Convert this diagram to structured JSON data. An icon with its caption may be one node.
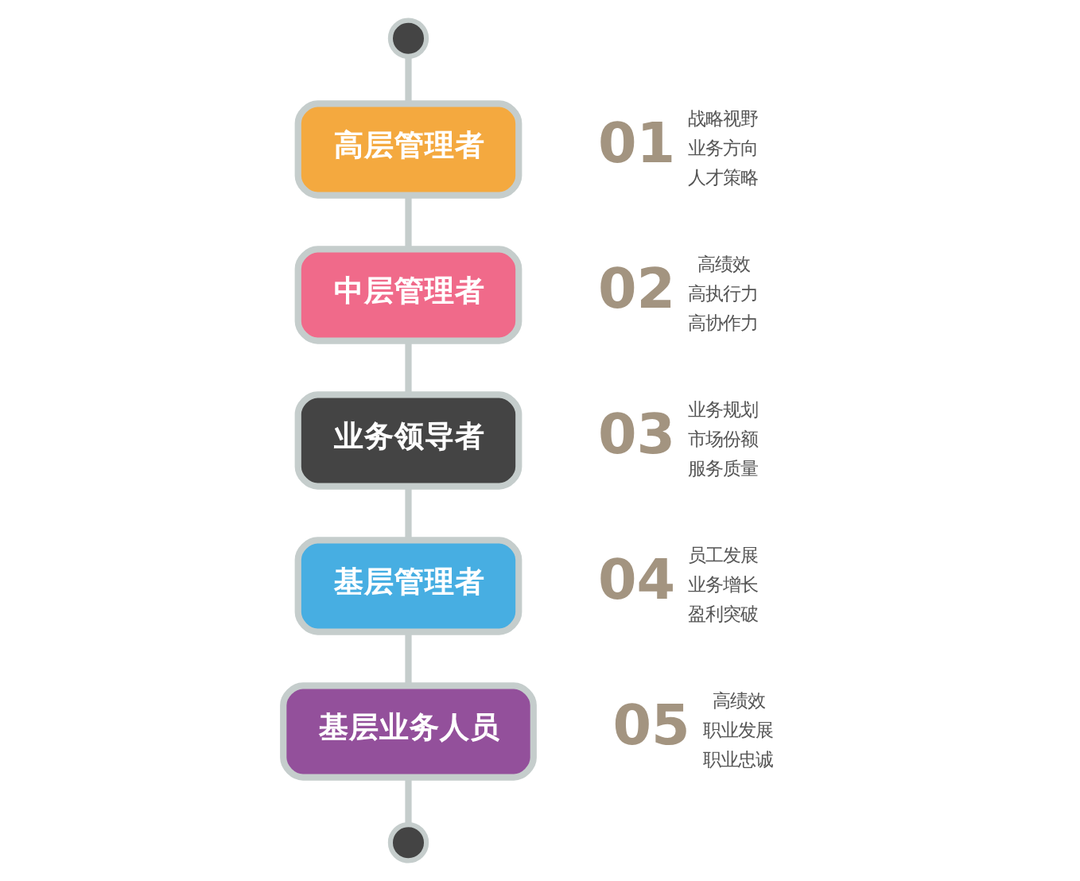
{
  "diagram": {
    "nodes": [
      {
        "text": [],
        "shape": "circle"
      },
      {
        "text": [
          "高层管理者"
        ],
        "beside": [
          "01",
          "战略视野",
          "业务方向",
          "人才策略"
        ]
      },
      {
        "text": [
          "中层管理者"
        ],
        "beside": [
          "02",
          "高绩效",
          "高执行力",
          "高协作力"
        ]
      },
      {
        "text": [
          "业务领导者"
        ],
        "beside": [
          "03",
          "业务规划",
          "市场份额",
          "服务质量"
        ]
      },
      {
        "text": [
          "基层管理者"
        ],
        "beside": [
          "04",
          "员工发展",
          "业务增长",
          "盈利突破"
        ]
      },
      {
        "text": [
          "基层业务人员"
        ],
        "beside": [
          "05",
          "高绩效",
          "职业发展",
          "职业忠诚"
        ]
      },
      {
        "text": [],
        "shape": "circle"
      }
    ],
    "edges": [
      {
        "from": 0,
        "to": 1,
        "arrow": "none"
      },
      {
        "from": 1,
        "to": 2,
        "arrow": "none"
      },
      {
        "from": 2,
        "to": 3,
        "arrow": "none"
      },
      {
        "from": 3,
        "to": 4,
        "arrow": "none"
      },
      {
        "from": 4,
        "to": 5,
        "arrow": "none"
      },
      {
        "from": 5,
        "to": 6,
        "arrow": "none"
      }
    ]
  }
}
